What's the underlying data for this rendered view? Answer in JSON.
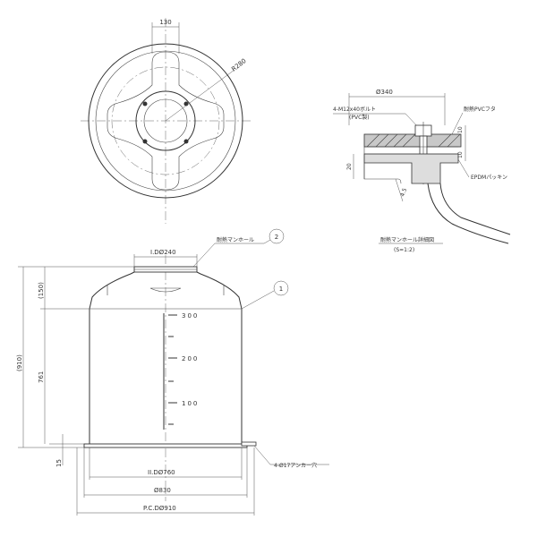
{
  "top_view": {
    "dim_width": "130",
    "dim_radius": "R280"
  },
  "detail_view": {
    "dim_width": "Ø340",
    "bolt_label": "4-M12x40ボルト",
    "bolt_material": "(PVC製)",
    "cap_label": "耐熱PVCフタ",
    "dim_10_top": "10",
    "dim_10_bottom": "10",
    "dim_20": "20",
    "dim_45": "4.5",
    "gasket_label": "EPDMパッキン",
    "caption": "耐熱マンホール詳細図",
    "scale": "(S=1:2)"
  },
  "front_view": {
    "manhole_label": "耐熱マンホール",
    "callout_2": "2",
    "callout_1": "1",
    "dim_id240": "I.DØ240",
    "dim_150": "(150)",
    "dim_910": "(910)",
    "dim_761": "761",
    "dim_15": "15",
    "scale_300": "300",
    "scale_200": "200",
    "scale_100": "100",
    "anchor_label": "4-Ø17アンカー穴",
    "dim_id760": "II.DØ760",
    "dim_830": "Ø830",
    "dim_pcd910": "P.C.DØ910"
  }
}
